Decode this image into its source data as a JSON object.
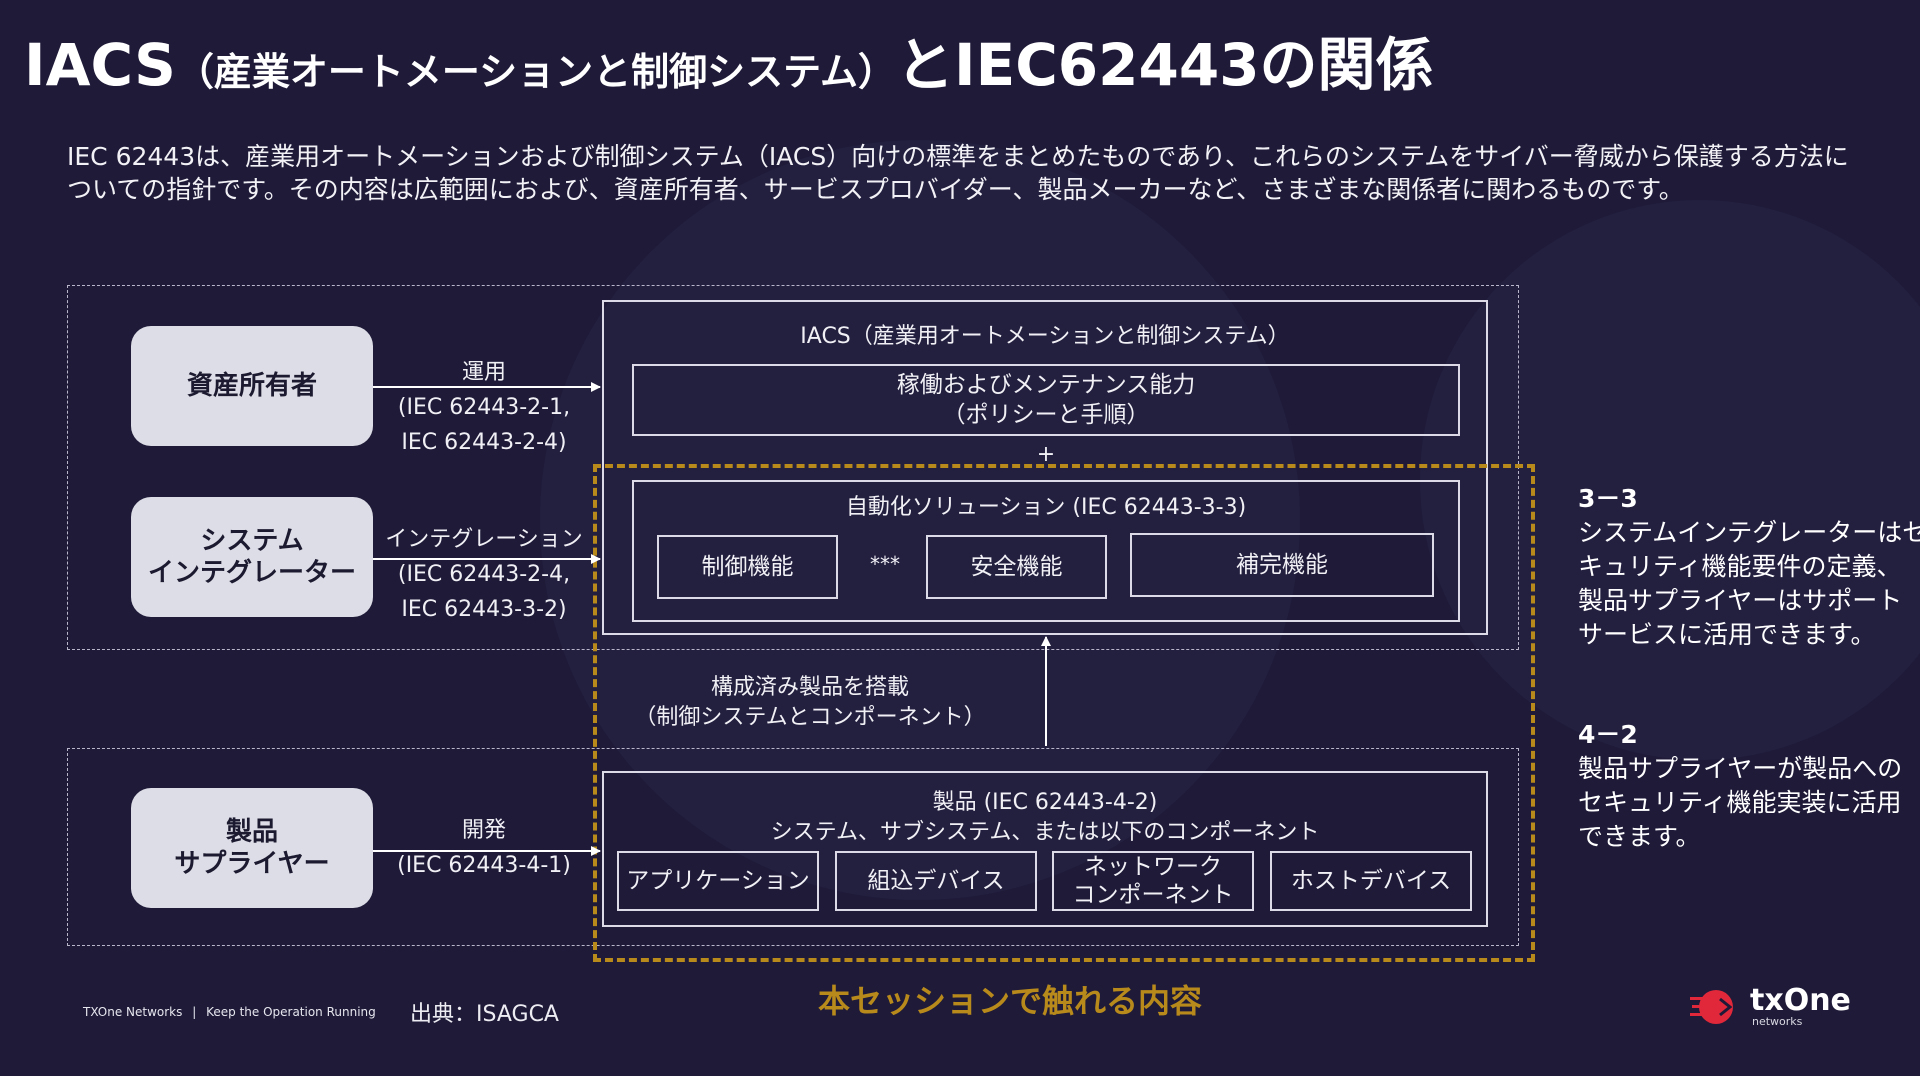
{
  "title": {
    "prefix": "IACS",
    "paren": "（産業オートメーションと制御システム）",
    "suffix": "とIEC62443の関係"
  },
  "intro": "IEC 62443は、産業用オートメーションおよび制御システム（IACS）向けの標準をまとめたものであり、これらのシステムをサイバー脅威から保護する方法についての指針です。その内容は広範囲におよび、資産所有者、サービスプロバイダー、製品メーカーなど、さまざまな関係者に関わるものです。",
  "actors": {
    "asset_owner": "資産所有者",
    "integrator_line1": "システム",
    "integrator_line2": "インテグレーター",
    "supplier_line1": "製品",
    "supplier_line2": "サプライヤー"
  },
  "connections": {
    "operation": [
      "運用",
      "(IEC 62443-2-1,",
      "IEC 62443-2-4)"
    ],
    "integration": [
      "インテグレーション",
      "(IEC 62443-2-4,",
      "IEC 62443-3-2)"
    ],
    "development": [
      "開発",
      "(IEC 62443-4-1)"
    ]
  },
  "iacs": {
    "title": "IACS（産業用オートメーションと制御システム）",
    "maintenance_line1": "稼働およびメンテナンス能力",
    "maintenance_line2": "（ポリシーと手順）",
    "plus": "+",
    "automation_title": "自動化ソリューション (IEC 62443-3-3)",
    "functions": [
      "制御機能",
      "***",
      "安全機能",
      "補完機能"
    ]
  },
  "install": {
    "line1": "構成済み製品を搭載",
    "line2": "（制御システムとコンポーネント）"
  },
  "product": {
    "title_line1": "製品 (IEC 62443-4-2)",
    "title_line2": "システム、サブシステム、または以下のコンポーネント",
    "components": [
      "アプリケーション",
      "組込デバイス",
      "ネットワーク",
      "コンポーネント",
      "ホストデバイス"
    ]
  },
  "session_label": "本セッションで触れる内容",
  "notes": {
    "n33": {
      "num": "3－3",
      "lines": [
        "システムインテグレーターはセ",
        "キュリティ機能要件の定義、",
        "製品サプライヤーはサポート",
        "サービスに活用できます。"
      ]
    },
    "n42": {
      "num": "4－2",
      "lines": [
        "製品サプライヤーが製品への",
        "セキュリティ機能実装に活用",
        "できます。"
      ]
    }
  },
  "footer": {
    "company": "TXOne Networks",
    "separator": "|",
    "tagline": "Keep the Operation Running",
    "source": "出典：ISAGCA"
  },
  "logo": {
    "brand": "txOne",
    "sub": "networks"
  },
  "colors": {
    "background": "#1e1a38",
    "accent_gold": "#b88a1c",
    "actor_fill": "#dcdde6",
    "logo_red": "#e0283a"
  }
}
